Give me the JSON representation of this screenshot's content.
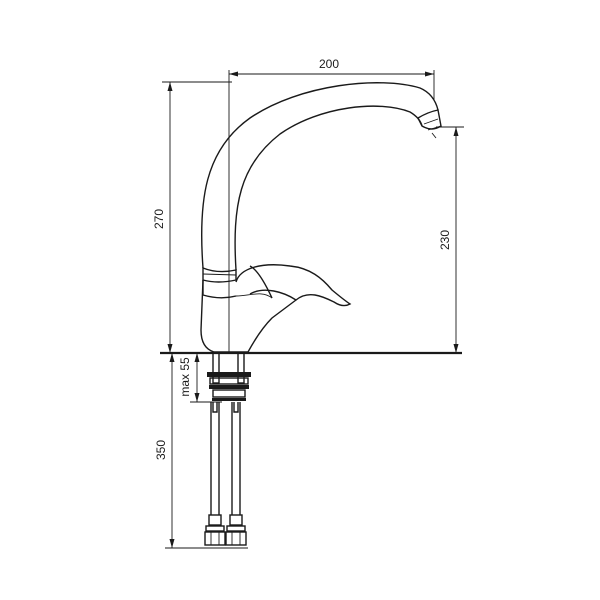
{
  "dimensions": {
    "spout_reach": "200",
    "total_height": "270",
    "spout_height": "230",
    "max_deck_thickness": "max 55",
    "hose_length": "350"
  },
  "colors": {
    "line": "#1a1a1a",
    "background": "#ffffff"
  }
}
